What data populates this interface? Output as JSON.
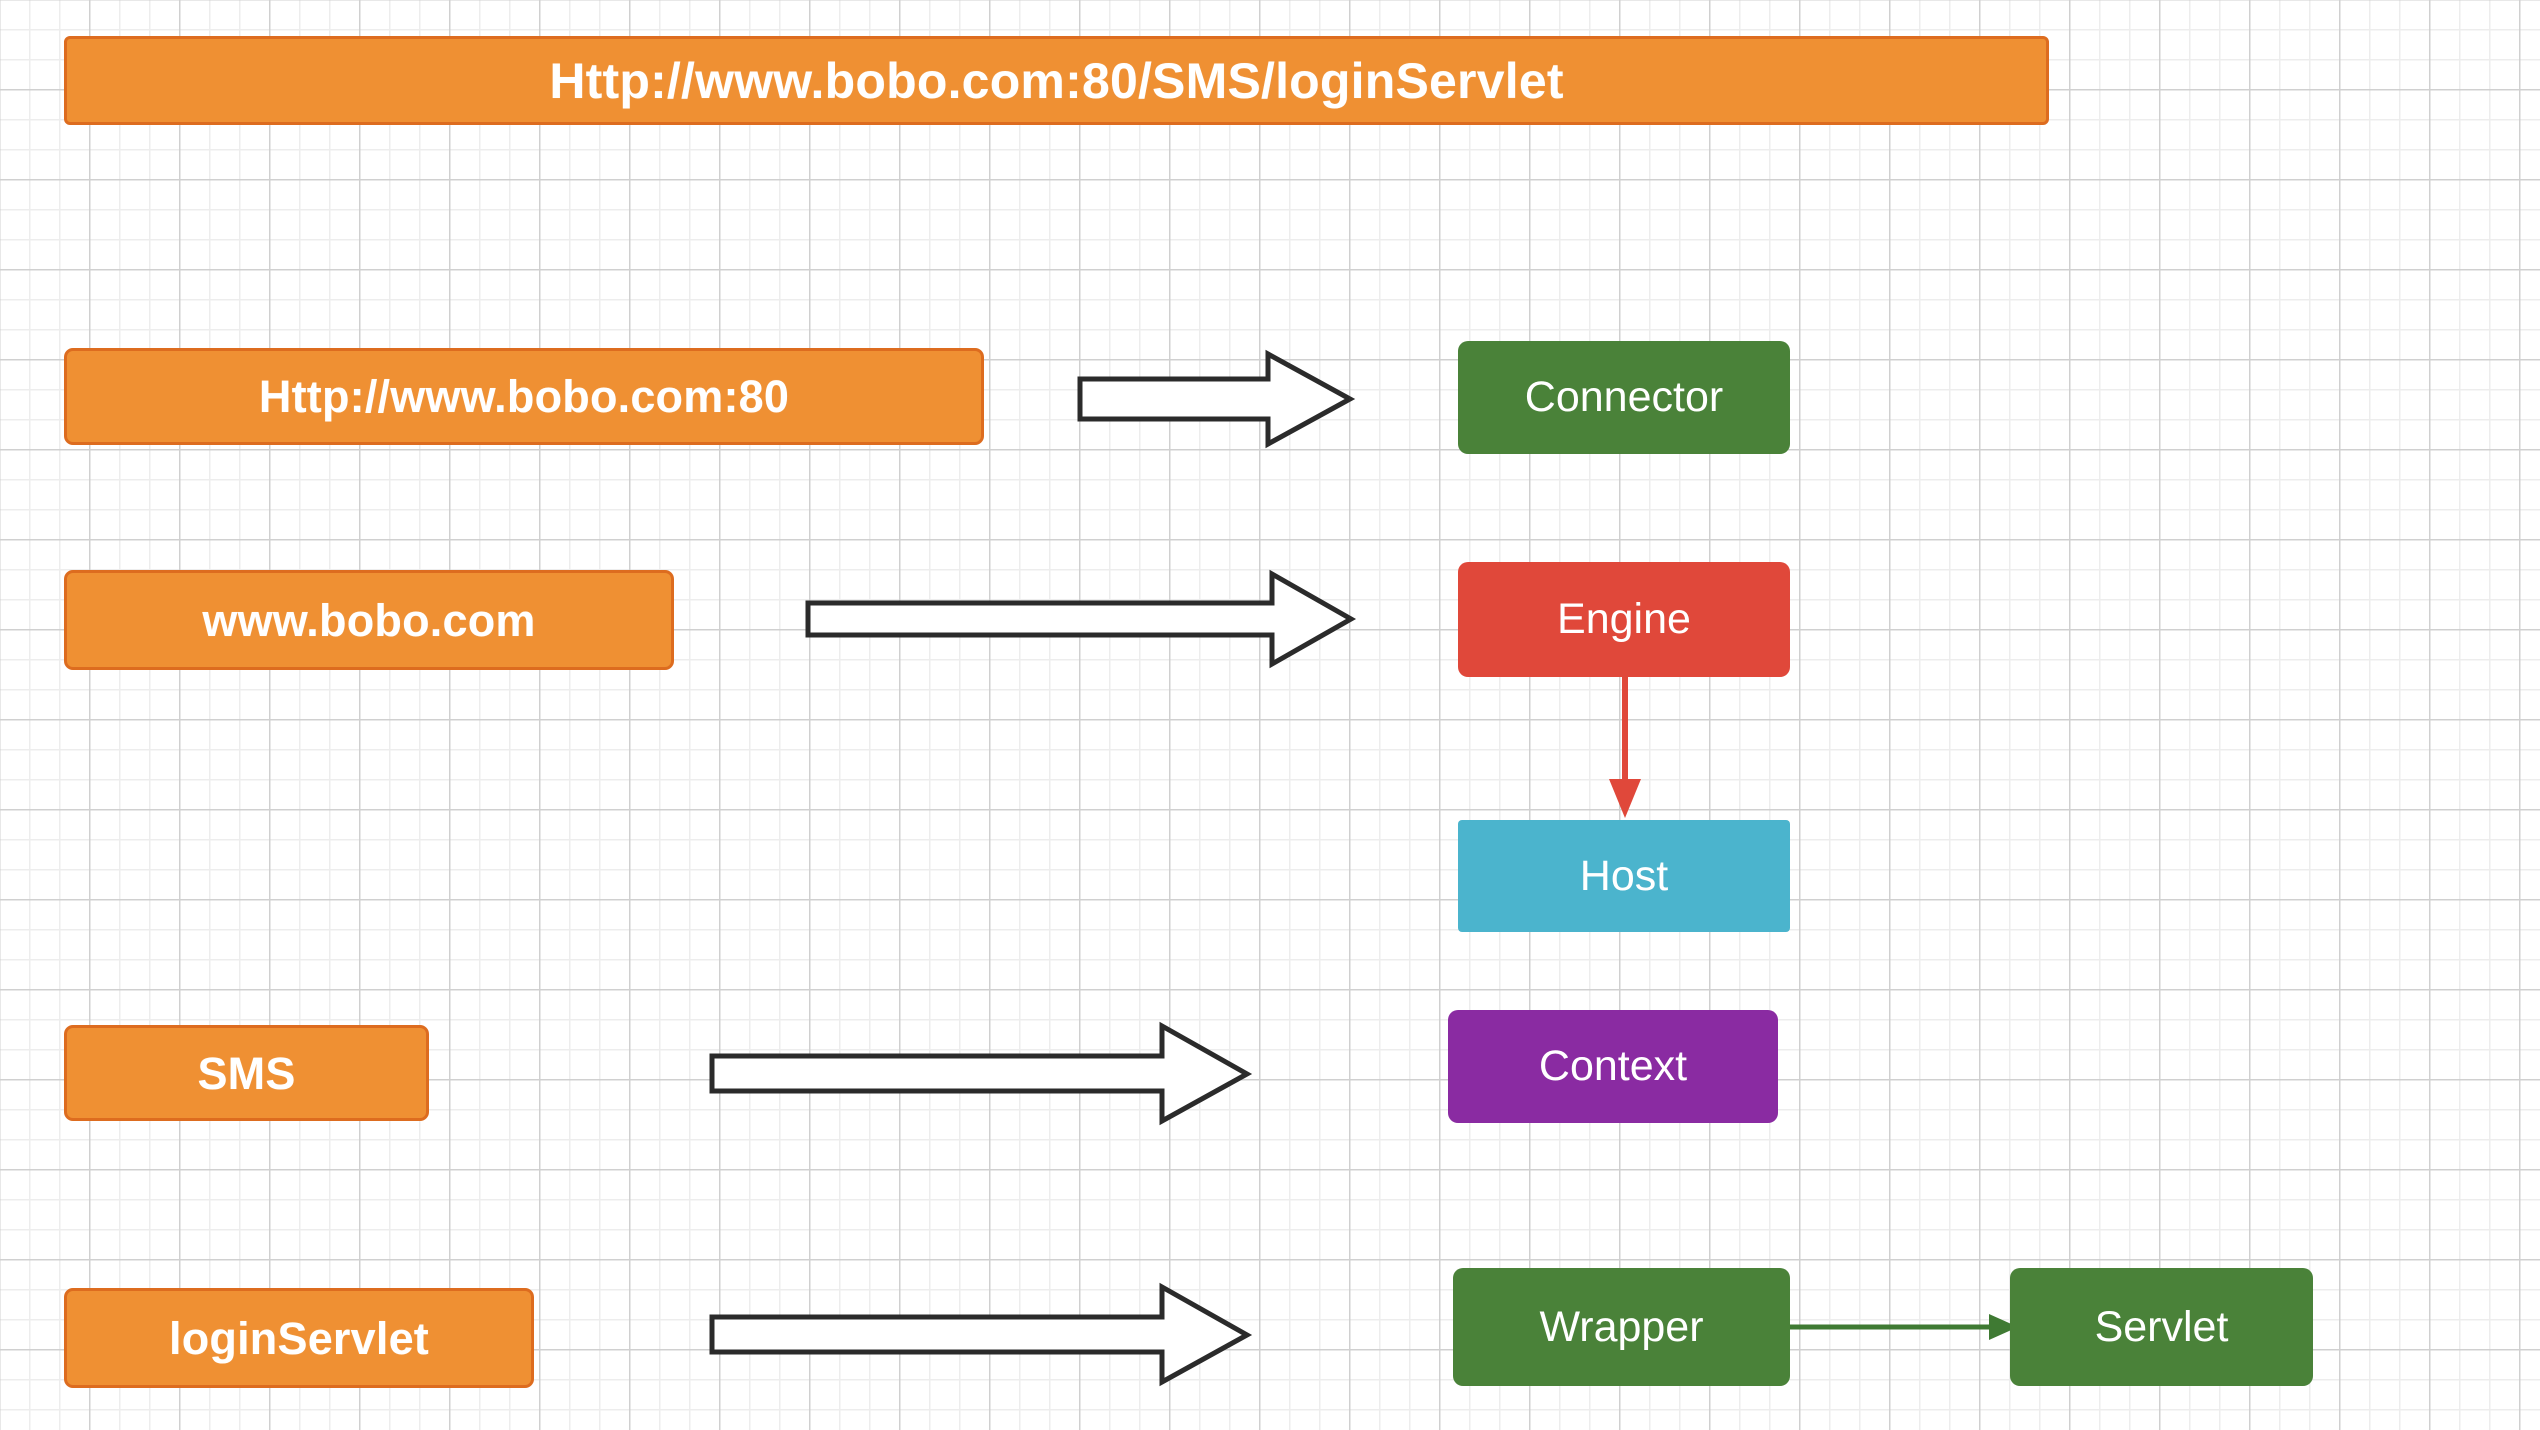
{
  "diagram": {
    "title_banner": {
      "text": "Http://www.bobo.com:80/SMS/loginServlet",
      "fill": "#ef9033",
      "border": "#dd6c1f",
      "text_color": "#ffffff"
    },
    "url_parts": [
      {
        "label": "Http://www.bobo.com:80",
        "fill": "#ef9033",
        "border": "#dd6c1f"
      },
      {
        "label": "www.bobo.com",
        "fill": "#ef9033",
        "border": "#dd6c1f"
      },
      {
        "label": "SMS",
        "fill": "#ef9033",
        "border": "#dd6c1f"
      },
      {
        "label": "loginServlet",
        "fill": "#ef9033",
        "border": "#dd6c1f"
      }
    ],
    "components": [
      {
        "label": "Connector",
        "fill": "#4a8239",
        "text_color": "#ffffff"
      },
      {
        "label": "Engine",
        "fill": "#e0483a",
        "text_color": "#ffffff"
      },
      {
        "label": "Host",
        "fill": "#4bb4cd",
        "text_color": "#ffffff"
      },
      {
        "label": "Context",
        "fill": "#8a2ba2",
        "text_color": "#ffffff"
      },
      {
        "label": "Wrapper",
        "fill": "#4a8239",
        "text_color": "#ffffff"
      },
      {
        "label": "Servlet",
        "fill": "#4a8239",
        "text_color": "#ffffff"
      }
    ],
    "connectors": {
      "block_arrows": [
        {
          "from": "Http://www.bobo.com:80",
          "to": "Connector",
          "stroke": "#2b2b2b",
          "fill": "#ffffff"
        },
        {
          "from": "www.bobo.com",
          "to": "Engine",
          "stroke": "#2b2b2b",
          "fill": "#ffffff"
        },
        {
          "from": "SMS",
          "to": "Context",
          "stroke": "#2b2b2b",
          "fill": "#ffffff"
        },
        {
          "from": "loginServlet",
          "to": "Wrapper",
          "stroke": "#2b2b2b",
          "fill": "#ffffff"
        }
      ],
      "line_arrows": [
        {
          "from": "Engine",
          "to": "Host",
          "stroke": "#e0483a",
          "direction": "down"
        },
        {
          "from": "Wrapper",
          "to": "Servlet",
          "stroke": "#3f7a33",
          "direction": "right"
        }
      ]
    },
    "background": {
      "grid_minor_color": "#ededed",
      "grid_major_color": "#d0d0d0",
      "page_color": "#ffffff"
    }
  }
}
